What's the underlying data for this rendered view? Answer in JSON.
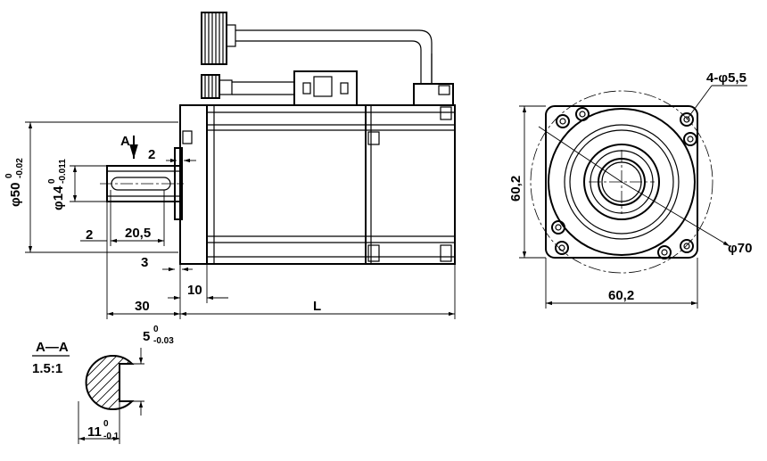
{
  "front_view": {
    "shaft_diameter": "φ14",
    "shaft_tolerance_upper": "0",
    "shaft_tolerance_lower": "-0.011",
    "pilot_diameter": "φ50",
    "pilot_tolerance_upper": "0",
    "pilot_tolerance_lower": "-0.02",
    "step_2_top": "2",
    "step_2_left": "2",
    "key_length": "20,5",
    "flange_3": "3",
    "flange_10": "10",
    "shaft_length": "30",
    "motor_length": "L",
    "section_mark": "A"
  },
  "section_view": {
    "title": "A—A",
    "scale": "1.5:1",
    "key_width": "5",
    "key_tol_upper": "0",
    "key_tol_lower": "-0.03",
    "key_depth": "11",
    "depth_tol_upper": "0",
    "depth_tol_lower": "-0.1"
  },
  "end_view": {
    "holes": "4-φ5,5",
    "bolt_circle": "φ70",
    "height": "60,2",
    "width": "60,2"
  }
}
